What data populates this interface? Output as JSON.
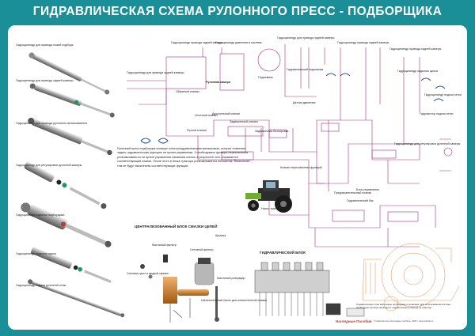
{
  "title": "ГИДРАВЛИЧЕСКАЯ СХЕМА РУЛОННОГО ПРЕСС - ПОДБОРЩИКА",
  "cylinders": [
    {
      "label": "Гидроцилиндр для привода ножей подбора"
    },
    {
      "label": "Гидроцилиндр для привода задней камеры"
    },
    {
      "label": "Гидроцилиндр для привода рулонного выталкивателя"
    },
    {
      "label": "Гидроцилиндр для регулировки рулонной камеры"
    },
    {
      "label": "Гидроцилиндр подъема подборщика"
    },
    {
      "label": "Гидроцилиндр подъема щитка"
    },
    {
      "label": "Гидроцилиндр подачи рулонной сетки"
    }
  ],
  "diagram": {
    "label_top_1": "Гидроцилиндр привода задней камеры",
    "label_top_2": "Гидроцилиндр давления в системе",
    "label_top_3": "Гидроцилиндр для привода задней камеры",
    "label_top_4": "Гидроцилиндр привода задней камеры",
    "label_top_5": "Гидроцилиндр привода задней камеры",
    "label_left_1": "Гидроцилиндр для привода задней камеры",
    "label_left_2": "Обратный клапан",
    "label_mid_1": "Рулонная камера",
    "label_mid_2": "Подъемник",
    "label_mid_3": "Гидравлический подъемник",
    "label_mid_4": "Дроссельный клапан",
    "label_mid_5": "Задвижечный клапан",
    "label_mid_6": "Ручной клапан",
    "label_mid_7": "Задвижечная блокировка",
    "label_mid_8": "Отсечной клапан",
    "label_right_1": "Гидроцилиндр подъема щитка",
    "label_right_2": "Гидроцилиндр подачи сетки",
    "label_right_3": "Датчик давления",
    "label_right_4": "Гидромотор подачи сетки",
    "label_right_5": "Гидроцилиндр для регулировки рулонной камеры",
    "label_low_1": "Клапан переключения функций",
    "label_low_2": "Предохранительный клапан",
    "label_low_3": "Блок управления",
    "label_low_4": "Гидравлический бак",
    "label_low_5": "Насос трактора"
  },
  "description": "Рулонный пресс-подборщик оснащен электрогидравлическим механизмом, которое позволяет задать гидравлическую функцию на пульте управления. 3 необходимые функции переключения устанавливаются на пульте управления нажатием кнопок, в результате чего открывается соответствующий клапан. После этого в блоке трактора устанавливается положение \"Включение\", тем не будут выполнены соответствующие функции.",
  "lube": {
    "heading": "ЦЕНТРАЛИЗОВАННЫЙ БЛОК СМАЗКИ ЦЕПЕЙ",
    "parts": [
      {
        "label": "Масляный фильтр"
      },
      {
        "label": "Крышка"
      },
      {
        "label": "Сетчатый фильтр"
      },
      {
        "label": "Масляный резервуар"
      },
      {
        "label": "Система гусит и жидкой смазки"
      },
      {
        "label": "Нагнетательный насос для консистентной смазки"
      }
    ]
  },
  "hydro_block": {
    "heading": "ГИДРАВЛИЧЕСКИЙ БЛОК"
  },
  "note_bottom_right": "Гидравлические лине выполнены цилиндрами и шлангами. Для использования системы необходимо наличие свободного гидравлического выхода на тракторе.",
  "footer": {
    "brand": "Наглядные Пособия",
    "contact": "© Издательство «Наглядные пособия», 2020 г. www.posobia.ru"
  },
  "colors": {
    "frame": "#1a8f98",
    "lines": "#a0307a",
    "accent": "#d35400"
  }
}
